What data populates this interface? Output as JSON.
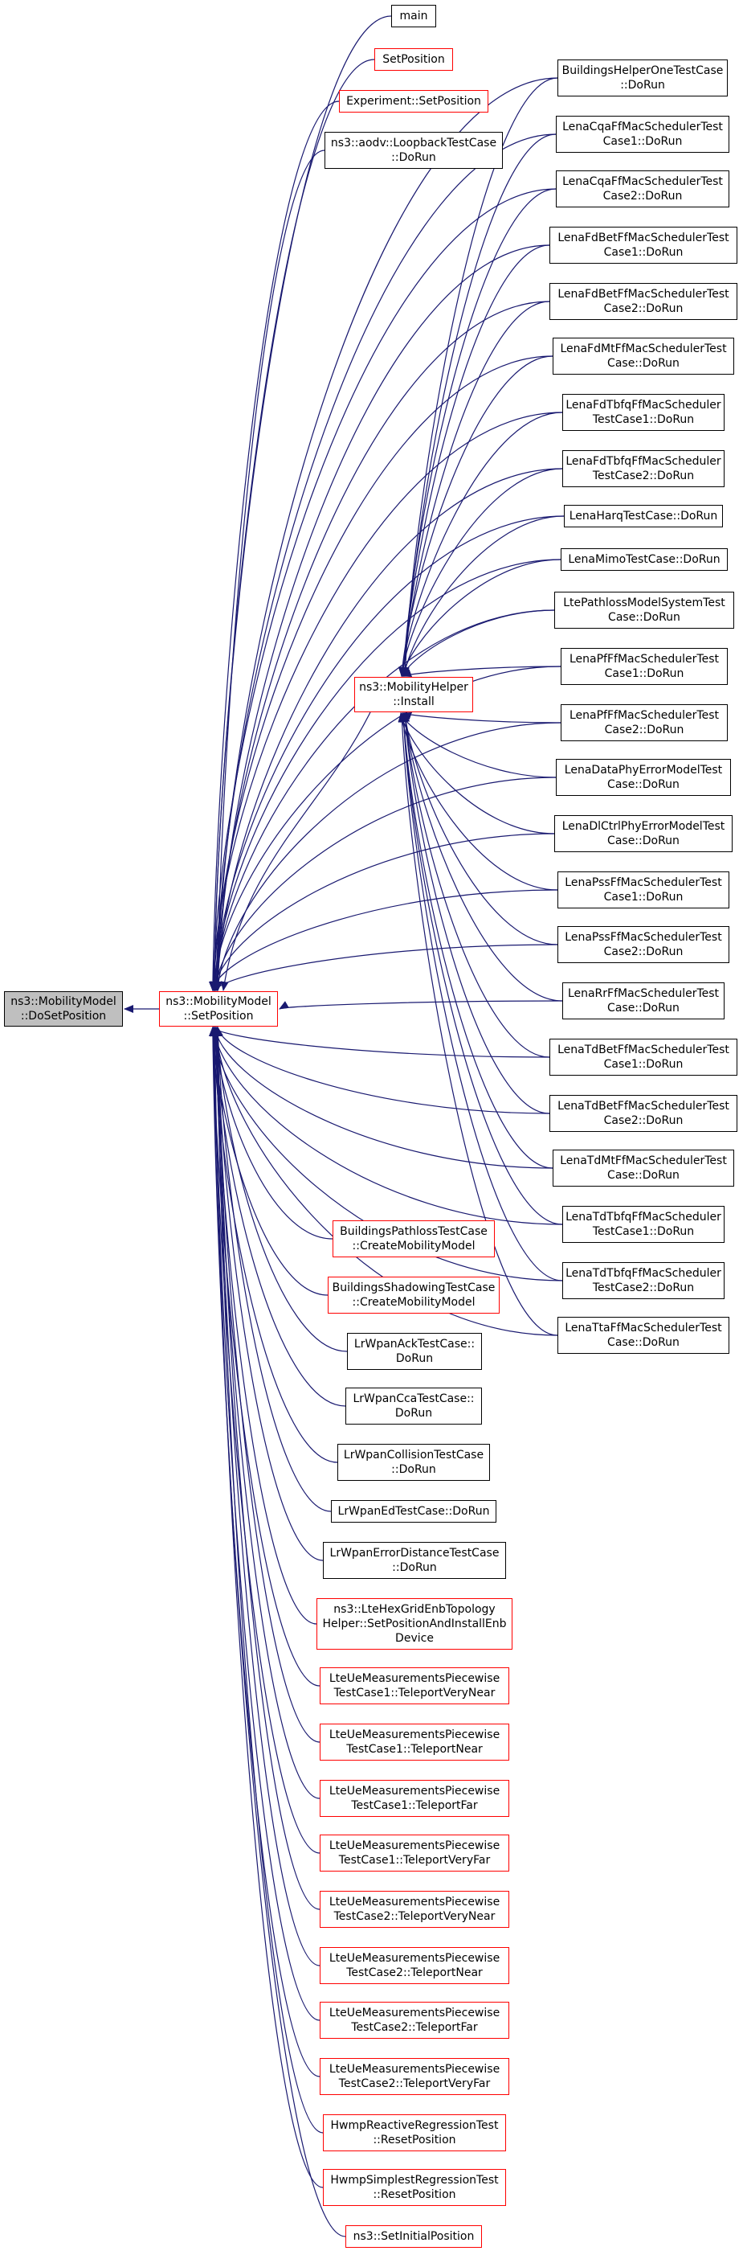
{
  "colors": {
    "edge": "#191970",
    "border_default": "#000000",
    "border_highlight": "#ff0000",
    "target_fill": "#bfbfbf",
    "background": "#ffffff"
  },
  "nodes": {
    "target": "ns3::MobilityModel\n::DoSetPosition",
    "set_position": "ns3::MobilityModel\n::SetPosition",
    "install": "ns3::MobilityHelper\n::Install",
    "main": "main",
    "setposition": "SetPosition",
    "experiment": "Experiment::SetPosition",
    "aodv": "ns3::aodv::LoopbackTestCase\n::DoRun",
    "bhot": "BuildingsHelperOneTestCase\n::DoRun",
    "cqa1": "LenaCqaFfMacSchedulerTest\nCase1::DoRun",
    "cqa2": "LenaCqaFfMacSchedulerTest\nCase2::DoRun",
    "fdbet1": "LenaFdBetFfMacSchedulerTest\nCase1::DoRun",
    "fdbet2": "LenaFdBetFfMacSchedulerTest\nCase2::DoRun",
    "fdmt": "LenaFdMtFfMacSchedulerTest\nCase::DoRun",
    "fdtbfq1": "LenaFdTbfqFfMacScheduler\nTestCase1::DoRun",
    "fdtbfq2": "LenaFdTbfqFfMacScheduler\nTestCase2::DoRun",
    "harq": "LenaHarqTestCase::DoRun",
    "mimo": "LenaMimoTestCase::DoRun",
    "pathloss": "LtePathlossModelSystemTest\nCase::DoRun",
    "pff1": "LenaPfFfMacSchedulerTest\nCase1::DoRun",
    "pff2": "LenaPfFfMacSchedulerTest\nCase2::DoRun",
    "dataphy": "LenaDataPhyErrorModelTest\nCase::DoRun",
    "dlctrl": "LenaDlCtrlPhyErrorModelTest\nCase::DoRun",
    "pss1": "LenaPssFfMacSchedulerTest\nCase1::DoRun",
    "pss2": "LenaPssFfMacSchedulerTest\nCase2::DoRun",
    "rr": "LenaRrFfMacSchedulerTest\nCase::DoRun",
    "tdbet1": "LenaTdBetFfMacSchedulerTest\nCase1::DoRun",
    "tdbet2": "LenaTdBetFfMacSchedulerTest\nCase2::DoRun",
    "tdmt": "LenaTdMtFfMacSchedulerTest\nCase::DoRun",
    "tdtbfq1": "LenaTdTbfqFfMacScheduler\nTestCase1::DoRun",
    "tdtbfq2": "LenaTdTbfqFfMacScheduler\nTestCase2::DoRun",
    "tta": "LenaTtaFfMacSchedulerTest\nCase::DoRun",
    "bpath": "BuildingsPathlossTestCase\n::CreateMobilityModel",
    "bshadow": "BuildingsShadowingTestCase\n::CreateMobilityModel",
    "lrack": "LrWpanAckTestCase::\nDoRun",
    "lrcca": "LrWpanCcaTestCase::\nDoRun",
    "lrcoll": "LrWpanCollisionTestCase\n::DoRun",
    "lred": "LrWpanEdTestCase::DoRun",
    "lrerr": "LrWpanErrorDistanceTestCase\n::DoRun",
    "hexgrid": "ns3::LteHexGridEnbTopology\nHelper::SetPositionAndInstallEnb\nDevice",
    "ue1vn": "LteUeMeasurementsPiecewise\nTestCase1::TeleportVeryNear",
    "ue1n": "LteUeMeasurementsPiecewise\nTestCase1::TeleportNear",
    "ue1f": "LteUeMeasurementsPiecewise\nTestCase1::TeleportFar",
    "ue1vf": "LteUeMeasurementsPiecewise\nTestCase1::TeleportVeryFar",
    "ue2vn": "LteUeMeasurementsPiecewise\nTestCase2::TeleportVeryNear",
    "ue2n": "LteUeMeasurementsPiecewise\nTestCase2::TeleportNear",
    "ue2f": "LteUeMeasurementsPiecewise\nTestCase2::TeleportFar",
    "ue2vf": "LteUeMeasurementsPiecewise\nTestCase2::TeleportVeryFar",
    "hwmpr": "HwmpReactiveRegressionTest\n::ResetPosition",
    "hwmps": "HwmpSimplestRegressionTest\n::ResetPosition",
    "initpos": "ns3::SetInitialPosition"
  }
}
